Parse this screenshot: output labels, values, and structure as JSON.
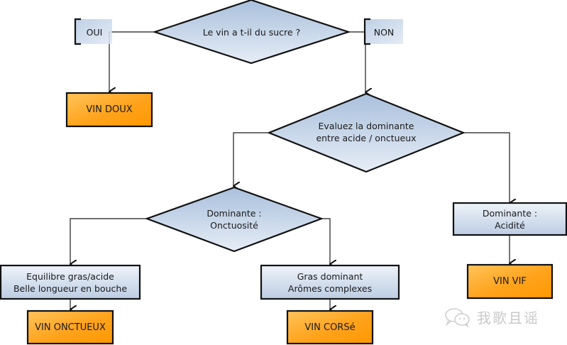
{
  "diagram": {
    "title": "Le vin a t-il du sucre ?",
    "colors": {
      "decision_fill": "#c3d3e6",
      "process_fill": "#d5e1ef",
      "result_fill": "#ffa51f",
      "stroke": "#111111"
    },
    "nodes": {
      "q_sugar": {
        "lines": [
          "Le vin a t-il du sucre ?"
        ]
      },
      "oui": {
        "lines": [
          "OUI"
        ]
      },
      "non": {
        "lines": [
          "NON"
        ]
      },
      "vin_doux": {
        "lines": [
          "VIN DOUX"
        ]
      },
      "q_dominant": {
        "lines": [
          "Evaluez la dominante",
          "entre acide / onctueux"
        ]
      },
      "q_onctuosite": {
        "lines": [
          "Dominante :",
          "Onctuosité"
        ]
      },
      "acidite": {
        "lines": [
          "Dominante :",
          "Acidité"
        ]
      },
      "equilibre": {
        "lines": [
          "Equilibre gras/acide",
          "Belle longueur en bouche"
        ]
      },
      "gras": {
        "lines": [
          "Gras dominant",
          "Arômes complexes"
        ]
      },
      "vin_vif": {
        "lines": [
          "VIN VIF"
        ]
      },
      "vin_onctueux": {
        "lines": [
          "VIN ONCTUEUX"
        ]
      },
      "vin_corse": {
        "lines": [
          "VIN CORSé"
        ]
      }
    }
  },
  "watermark": {
    "icon": "wechat-icon",
    "text": "我歌且谣"
  }
}
